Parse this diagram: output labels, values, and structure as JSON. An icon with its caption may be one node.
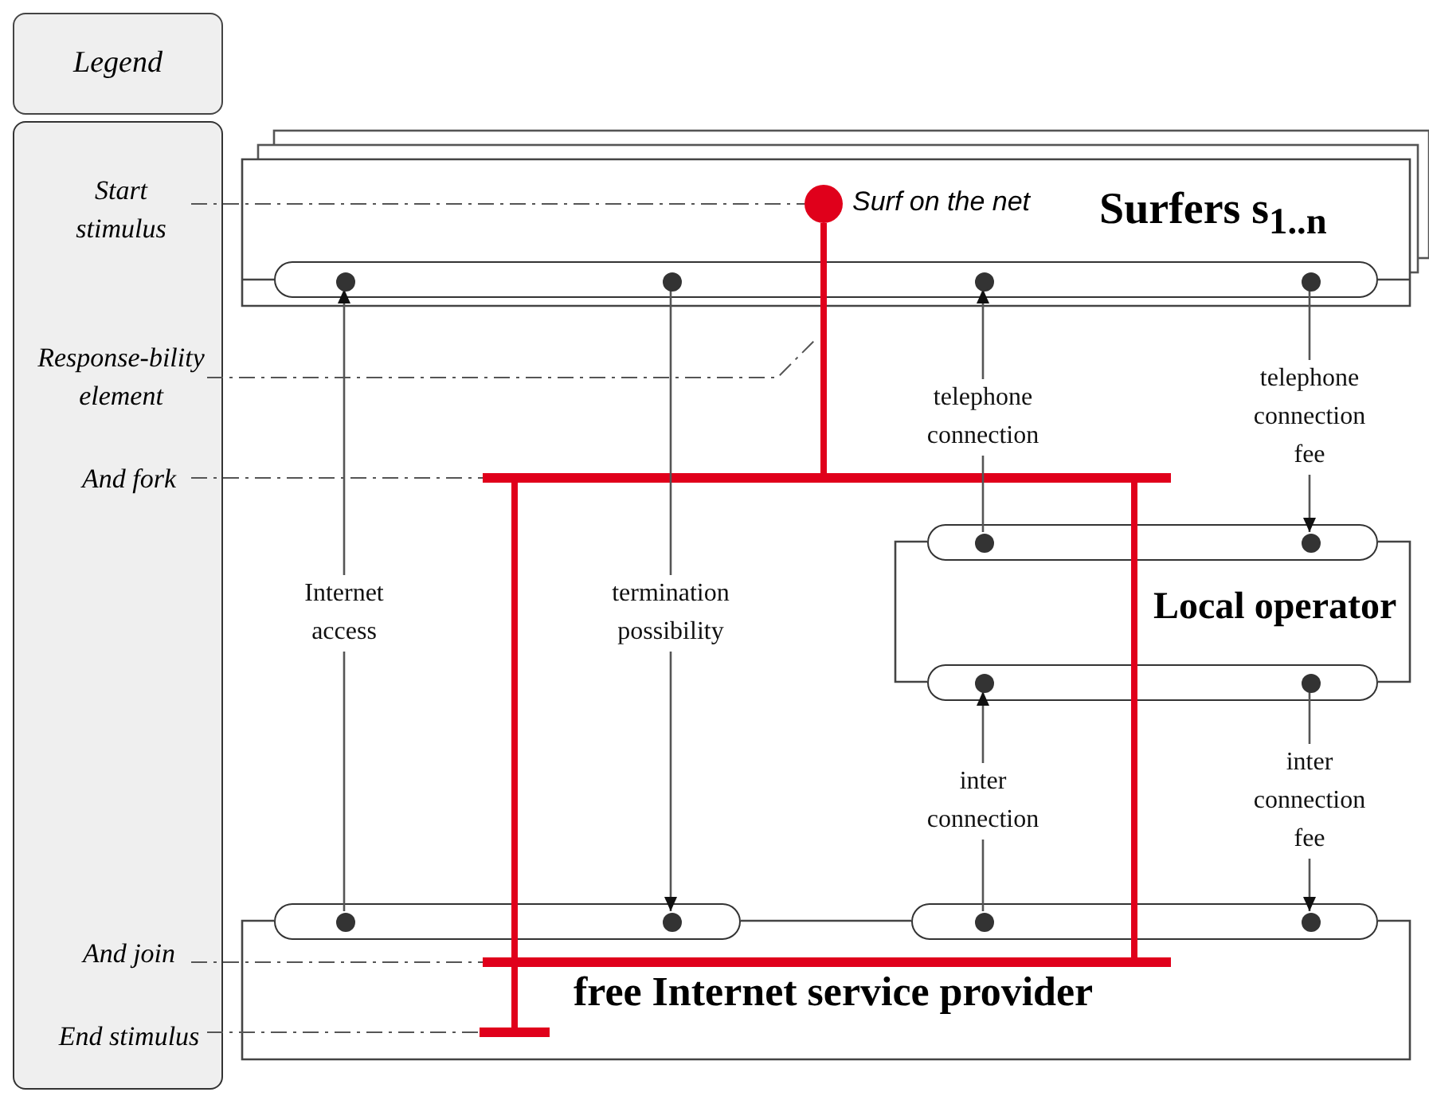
{
  "diagram": {
    "nodes": [
      {
        "text": [
          "Legend"
        ]
      },
      {
        "text": [],
        "shape": "box"
      },
      {
        "text": [
          "Start stimulus"
        ],
        "in": 1
      },
      {
        "text": [
          "Response-bility element"
        ],
        "in": 1
      },
      {
        "text": [
          "And fork"
        ],
        "in": 1
      },
      {
        "text": [
          "And join"
        ],
        "in": 1
      },
      {
        "text": [
          "End stimulus"
        ],
        "in": 1
      },
      {
        "text": [
          "Surfers s$_{1..n}$"
        ]
      },
      {
        "text": [],
        "shape": "circle",
        "in": 7,
        "beside": [
          "Surf on the net"
        ]
      },
      {
        "text": [],
        "shape": "box",
        "in": 7
      },
      {
        "text": [],
        "shape": "circle",
        "in": 9
      },
      {
        "text": [],
        "shape": "circle",
        "in": 9
      },
      {
        "text": [],
        "shape": "circle",
        "in": 9
      },
      {
        "text": [],
        "shape": "circle",
        "in": 9
      },
      {
        "text": [],
        "shape": "bar"
      },
      {
        "text": [
          "Local operator"
        ]
      },
      {
        "text": [],
        "shape": "box",
        "in": 15
      },
      {
        "text": [],
        "shape": "circle",
        "in": 16
      },
      {
        "text": [],
        "shape": "circle",
        "in": 16
      },
      {
        "text": [],
        "shape": "box",
        "in": 15
      },
      {
        "text": [],
        "shape": "circle",
        "in": 19
      },
      {
        "text": [],
        "shape": "circle",
        "in": 19
      },
      {
        "text": [
          "free Internet service provider"
        ]
      },
      {
        "text": [],
        "shape": "box",
        "in": 22
      },
      {
        "text": [],
        "shape": "circle",
        "in": 23
      },
      {
        "text": [],
        "shape": "circle",
        "in": 23
      },
      {
        "text": [],
        "shape": "box",
        "in": 22
      },
      {
        "text": [],
        "shape": "circle",
        "in": 26
      },
      {
        "text": [],
        "shape": "circle",
        "in": 26
      },
      {
        "text": [],
        "shape": "bar",
        "in": 22
      },
      {
        "text": [],
        "shape": "bar",
        "in": 22
      }
    ],
    "edges": [
      {
        "from": 24,
        "to": 10,
        "arrow": "to",
        "label": "Internet access"
      },
      {
        "from": 11,
        "to": 25,
        "arrow": "to",
        "label": "termination possibility"
      },
      {
        "from": 17,
        "to": 12,
        "arrow": "to",
        "label": "telephone connection"
      },
      {
        "from": 13,
        "to": 18,
        "arrow": "to",
        "label": "telephone connection fee"
      },
      {
        "from": 27,
        "to": 20,
        "arrow": "to",
        "label": "inter connection"
      },
      {
        "from": 21,
        "to": 28,
        "arrow": "to",
        "label": "inter connection fee"
      },
      {
        "from": 8,
        "to": 14,
        "arrow": "none",
        "style": "thick",
        "color": "#e0001b"
      },
      {
        "from": 14,
        "to": 29,
        "arrow": "none",
        "style": "thick",
        "color": "#e0001b"
      },
      {
        "from": 14,
        "to": 29,
        "arrow": "none",
        "style": "thick",
        "color": "#e0001b"
      },
      {
        "from": 29,
        "to": 30,
        "arrow": "none",
        "style": "thick",
        "color": "#e0001b"
      },
      {
        "from": 2,
        "to": 8,
        "arrow": "none",
        "style": "dashed"
      },
      {
        "from": 3,
        "to": null,
        "arrow": "none",
        "style": "dashed"
      },
      {
        "from": 4,
        "to": 14,
        "arrow": "none",
        "style": "dashed"
      },
      {
        "from": 5,
        "to": 29,
        "arrow": "none",
        "style": "dashed"
      },
      {
        "from": 6,
        "to": 30,
        "arrow": "none",
        "style": "dashed"
      }
    ]
  }
}
